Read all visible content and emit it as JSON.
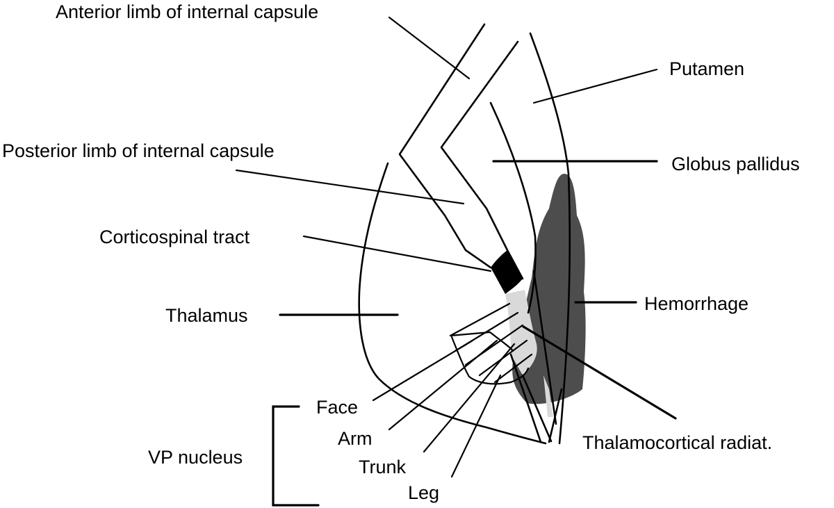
{
  "diagram": {
    "title": "Internal capsule / thalamus schematic with hemorrhage",
    "colors": {
      "hemorrhage": "#4d4d4d",
      "corticospinal_tract": "#000000",
      "thalamocortical_band": "#d9d9d9",
      "line": "#000000",
      "background": "#ffffff"
    },
    "labels": {
      "anterior_limb": "Anterior limb of internal capsule",
      "putamen": "Putamen",
      "posterior_limb": "Posterior limb of internal capsule",
      "globus_pallidus": "Globus pallidus",
      "corticospinal_tract": "Corticospinal tract",
      "thalamus": "Thalamus",
      "hemorrhage": "Hemorrhage",
      "thalamocortical_radiat": "Thalamocortical radiat.",
      "vp_nucleus": "VP nucleus",
      "face": "Face",
      "arm": "Arm",
      "trunk": "Trunk",
      "leg": "Leg"
    }
  }
}
